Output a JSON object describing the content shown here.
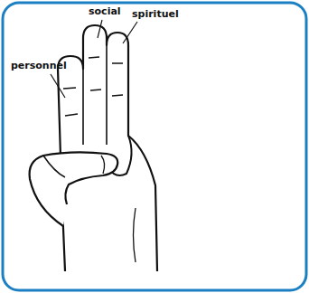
{
  "diagram": {
    "labels": [
      "personnel",
      "social",
      "spirituel"
    ]
  }
}
